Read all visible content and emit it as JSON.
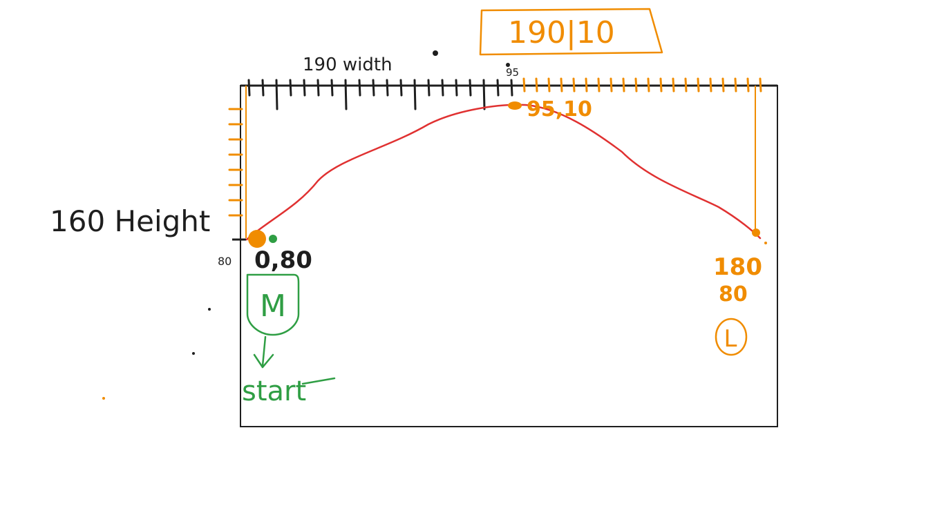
{
  "labels": {
    "width_label": "190 width",
    "height_label": "160 Height",
    "boxed_label": "190|10",
    "mid_tick": "95",
    "peak_label": "95,10",
    "origin_y": "80",
    "start_coord": "0,80",
    "end_coord_line1": "180",
    "end_coord_line2": "80",
    "start_marker_letter": "M",
    "end_marker_letter": "L",
    "start_text": "start"
  },
  "colors": {
    "ink": "#1e1e1e",
    "orange": "#f08c00",
    "green": "#2f9e44",
    "curve": "#e03131"
  }
}
